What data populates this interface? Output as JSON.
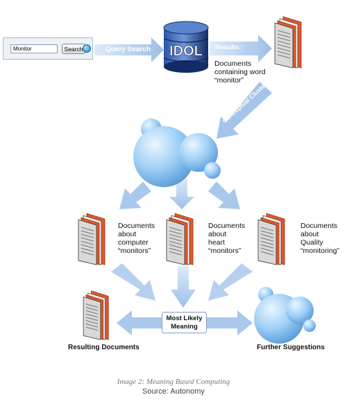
{
  "search": {
    "input_value": "Monitor",
    "button_label": "Search"
  },
  "labels": {
    "query_search": "Query Search",
    "idol": "IDOL",
    "results_title": "Results:",
    "results_lines": [
      "Documents",
      "containing word",
      "“monitor”"
    ],
    "conceptual_clustering": "Conceptual Clustering",
    "cluster_computer": [
      "Documents",
      "about",
      "computer",
      "“monitors”"
    ],
    "cluster_heart": [
      "Documents",
      "about",
      "heart",
      "“monitors”"
    ],
    "cluster_quality": [
      "Documents",
      "about",
      "Quality",
      "“monitoring”"
    ],
    "center_lines": [
      "Most Likely",
      "Meaning"
    ],
    "resulting_documents": "Resulting Documents",
    "further_suggestions": "Further Suggestions"
  },
  "caption": {
    "title": "Image 2: Meaning Based Computing",
    "source": "Source: Autonomy"
  },
  "colors": {
    "arrow": "#a9c8ec",
    "cloud": "#8ec4f0",
    "doc_orange": "#e2582b",
    "doc_gray": "#b5b5b5",
    "database": "#1d3f86"
  }
}
